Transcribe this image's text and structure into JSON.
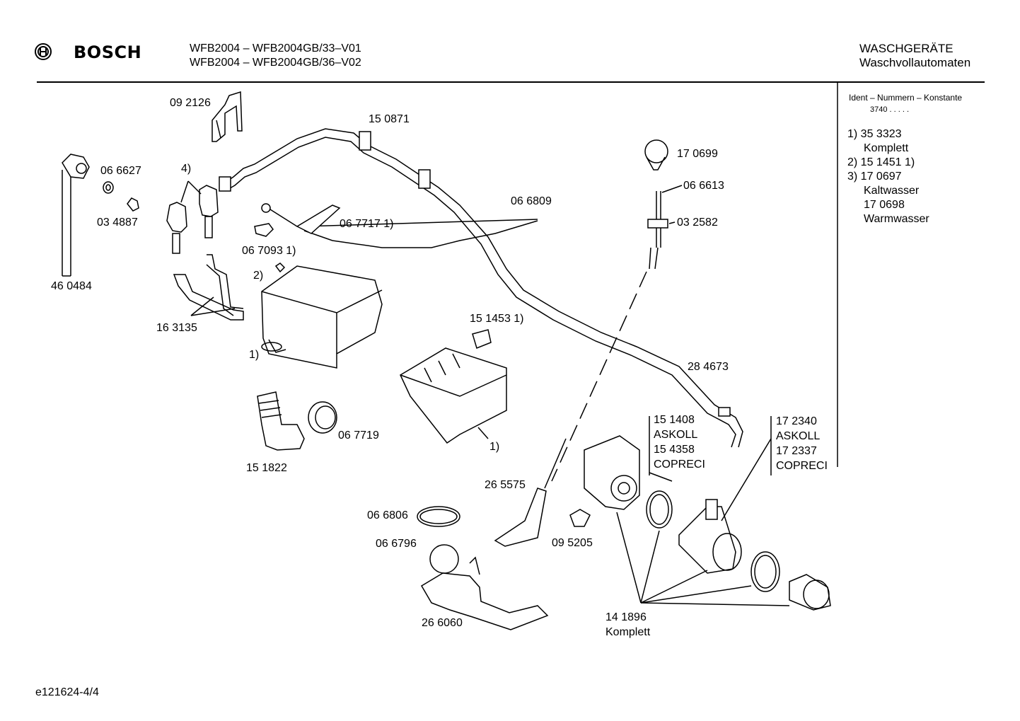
{
  "header": {
    "brand": "BOSCH",
    "model_line_1": "WFB2004 – WFB2004GB/33–V01",
    "model_line_2": "WFB2004 – WFB2004GB/36–V02",
    "category_1": "WASCHGERÄTE",
    "category_2": "Waschvollautomaten"
  },
  "legend": {
    "heading": "Ident – Nummern – Konstante",
    "constant": "3740   .   .   .   .   .",
    "lines": [
      "1)  35 3323",
      "Komplett",
      "2)  15 1451 1)",
      "3)  17 0697",
      "Kaltwasser",
      "17 0698",
      "Warmwasser"
    ]
  },
  "parts": {
    "p092126": "09 2126",
    "p150871": "15 0871",
    "p066627": "06 6627",
    "p4": "4)",
    "p034887": "03 4887",
    "p460484": "46 0484",
    "p066809": "06 6809",
    "p067717": "06 7717  1)",
    "p067093": "06 7093  1)",
    "p2": "2)",
    "p163135": "16 3135",
    "p1a": "1)",
    "p170699": "17 0699",
    "p066613": "06 6613",
    "p032582": "03 2582",
    "p151453": "15 1453 1)",
    "p284673": "28 4673",
    "p067719": "06 7719",
    "p151822": "15 1822",
    "p1b": "1)",
    "pump1": [
      "15 1408",
      "ASKOLL",
      "15 4358",
      "COPRECI"
    ],
    "pump2": [
      "17 2340",
      "ASKOLL",
      "17 2337",
      "COPRECI"
    ],
    "p265575": "26 5575",
    "p066806": "06 6806",
    "p066796": "06 6796",
    "p095205": "09 5205",
    "p266060": "26 6060",
    "p141896_1": "14 1896",
    "p141896_2": "Komplett"
  },
  "footer": {
    "doc_id": "e121624-4/4"
  }
}
